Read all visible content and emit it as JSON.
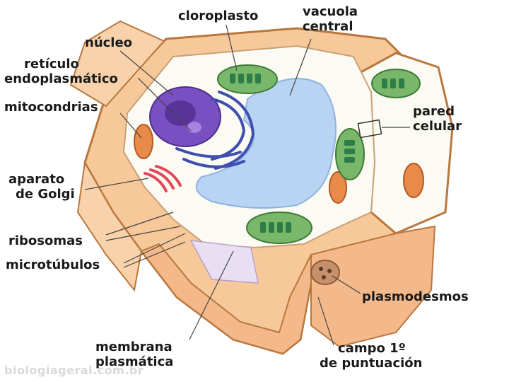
{
  "labels": {
    "cloroplasto": "cloroplasto",
    "vacuola_line1": "vacuola",
    "vacuola_line2": "central",
    "nucleo": "núcleo",
    "reticulo_line1": "retículo",
    "reticulo_line2": "endoplasmático",
    "mitocondrias": "mitocondrias",
    "pared_line1": "pared",
    "pared_line2": "celular",
    "golgi_line1": "aparato",
    "golgi_line2": "de Golgi",
    "ribosomas": "ribosomas",
    "microtubulos": "microtúbulos",
    "plasmodesmos": "plasmodesmos",
    "membrana_line1": "membrana",
    "membrana_line2": "plasmática",
    "campo_line1": "campo 1º",
    "campo_line2": "de puntuación"
  },
  "watermark": "biologiageral.com.br",
  "colors": {
    "cell_wall": "#f6c89a",
    "cell_wall_edge": "#b9773d",
    "cytoplasm": "#fbfaf3",
    "vacuole": "#b9d3f2",
    "nucleus": "#7a4fc2",
    "chloroplast": "#79b86a",
    "thylakoid": "#2f7d46",
    "mitochondria": "#e88a4a",
    "golgi": "#e2475a",
    "er": "#3f4fb0",
    "label_text": "#1a1a1a"
  }
}
